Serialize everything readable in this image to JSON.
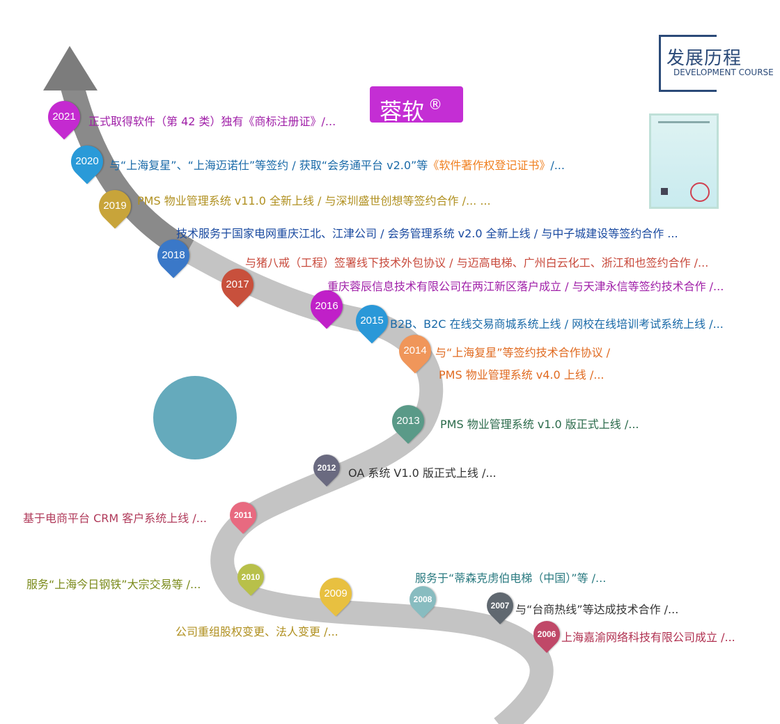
{
  "header": {
    "title_cn": "发展历程",
    "title_en": "DEVELOPMENT COURSE"
  },
  "brand": {
    "name": "蓉软",
    "mark": "®"
  },
  "certificate": {
    "icon": "certificate-image"
  },
  "events": [
    {
      "year": "2021",
      "color": "#c42ad0",
      "text_color": "#a020a8",
      "text": "正式取得软件（第 42 类）独有《商标注册证》/..."
    },
    {
      "year": "2020",
      "color": "#2a9ad8",
      "text_color": "#1a6aa8",
      "text": "与“上海复星”、“上海迈诺仕”等签约 / 获取“会务通平台 v2.0”等",
      "highlight": "《软件著作权登记证书》",
      "highlight_color": "#f08020",
      "tail": "/..."
    },
    {
      "year": "2019",
      "color": "#c8a43a",
      "text_color": "#b09020",
      "text": "PMS 物业管理系统 v11.0 全新上线 / 与深圳盛世创想等签约合作 /... ..."
    },
    {
      "year": "2018",
      "color": "#3a78c8",
      "text_color": "#1a4aa0",
      "text": "技术服务于国家电网重庆江北、江津公司 / 会务管理系统 v2.0 全新上线 / 与中子城建设等签约合作 ..."
    },
    {
      "year": "2017",
      "color": "#c8503c",
      "text_color": "#c84a3c",
      "text": "与猪八戒（工程）签署线下技术外包协议 / 与迈高电梯、广州白云化工、浙江和也签约合作 /..."
    },
    {
      "year": "2016",
      "color": "#c020c8",
      "text_color": "#a020a8",
      "text": "重庆蓉辰信息技术有限公司在两江新区落户成立 / 与天津永信等签约技术合作 /..."
    },
    {
      "year": "2015",
      "color": "#2a98d8",
      "text_color": "#1a6aa8",
      "text": "B2B、B2C 在线交易商城系统上线 / 网校在线培训考试系统上线 /..."
    },
    {
      "year": "2014",
      "color": "#f0965a",
      "text_color": "#e06a20",
      "text": "与“上海复星”等签约技术合作协议 /",
      "text2": "PMS 物业管理系统 v4.0 上线 /..."
    },
    {
      "year": "2013",
      "color": "#5a9a88",
      "text_color": "#2a6a4a",
      "text": "PMS 物业管理系统 v1.0 版正式上线 /..."
    },
    {
      "year": "2012",
      "color": "#6a6a80",
      "text_color": "#333333",
      "text": "OA 系统 V1.0 版正式上线 /..."
    },
    {
      "year": "2011",
      "color": "#e86a80",
      "text_color": "#b03a5a",
      "text": "基于电商平台 CRM 客户系统上线 /..."
    },
    {
      "year": "2010",
      "color": "#b8c04a",
      "text_color": "#7a8a1a",
      "text": "服务“上海今日钢铁”大宗交易等 /..."
    },
    {
      "year": "2009",
      "color": "#e8c040",
      "text_color": "#b09020",
      "text": "公司重组股权变更、法人变更 /..."
    },
    {
      "year": "2008",
      "color": "#88bcc0",
      "text_color": "#2a7a80",
      "text": "服务于“蒂森克虏伯电梯（中国）”等 /..."
    },
    {
      "year": "2007",
      "color": "#606870",
      "text_color": "#333333",
      "text": "与“台商热线”等达成技术合作 /..."
    },
    {
      "year": "2006",
      "color": "#c04868",
      "text_color": "#b03050",
      "text": "上海嘉渝网络科技有限公司成立 /..."
    }
  ]
}
